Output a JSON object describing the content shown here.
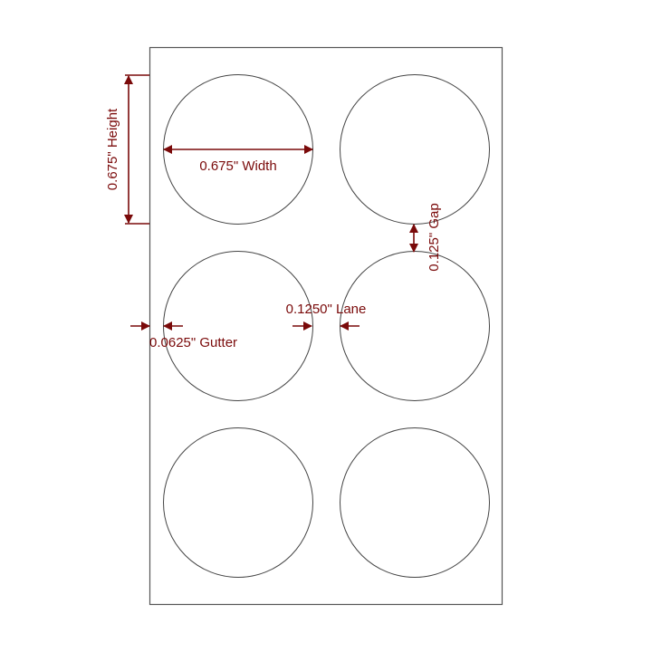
{
  "diagram": {
    "type": "label-sheet-layout",
    "sheet": {
      "stroke": "#555555",
      "fill": "#ffffff"
    },
    "labels": {
      "shape": "circle",
      "rows": 3,
      "columns": 2,
      "stroke": "#444444"
    },
    "dimension_color": "#7a0a0a",
    "annotations": {
      "height": "0.675\" Height",
      "width": "0.675\" Width",
      "gap": "0.125\" Gap",
      "gutter": "0.0625\" Gutter",
      "lane": "0.1250\" Lane"
    }
  }
}
